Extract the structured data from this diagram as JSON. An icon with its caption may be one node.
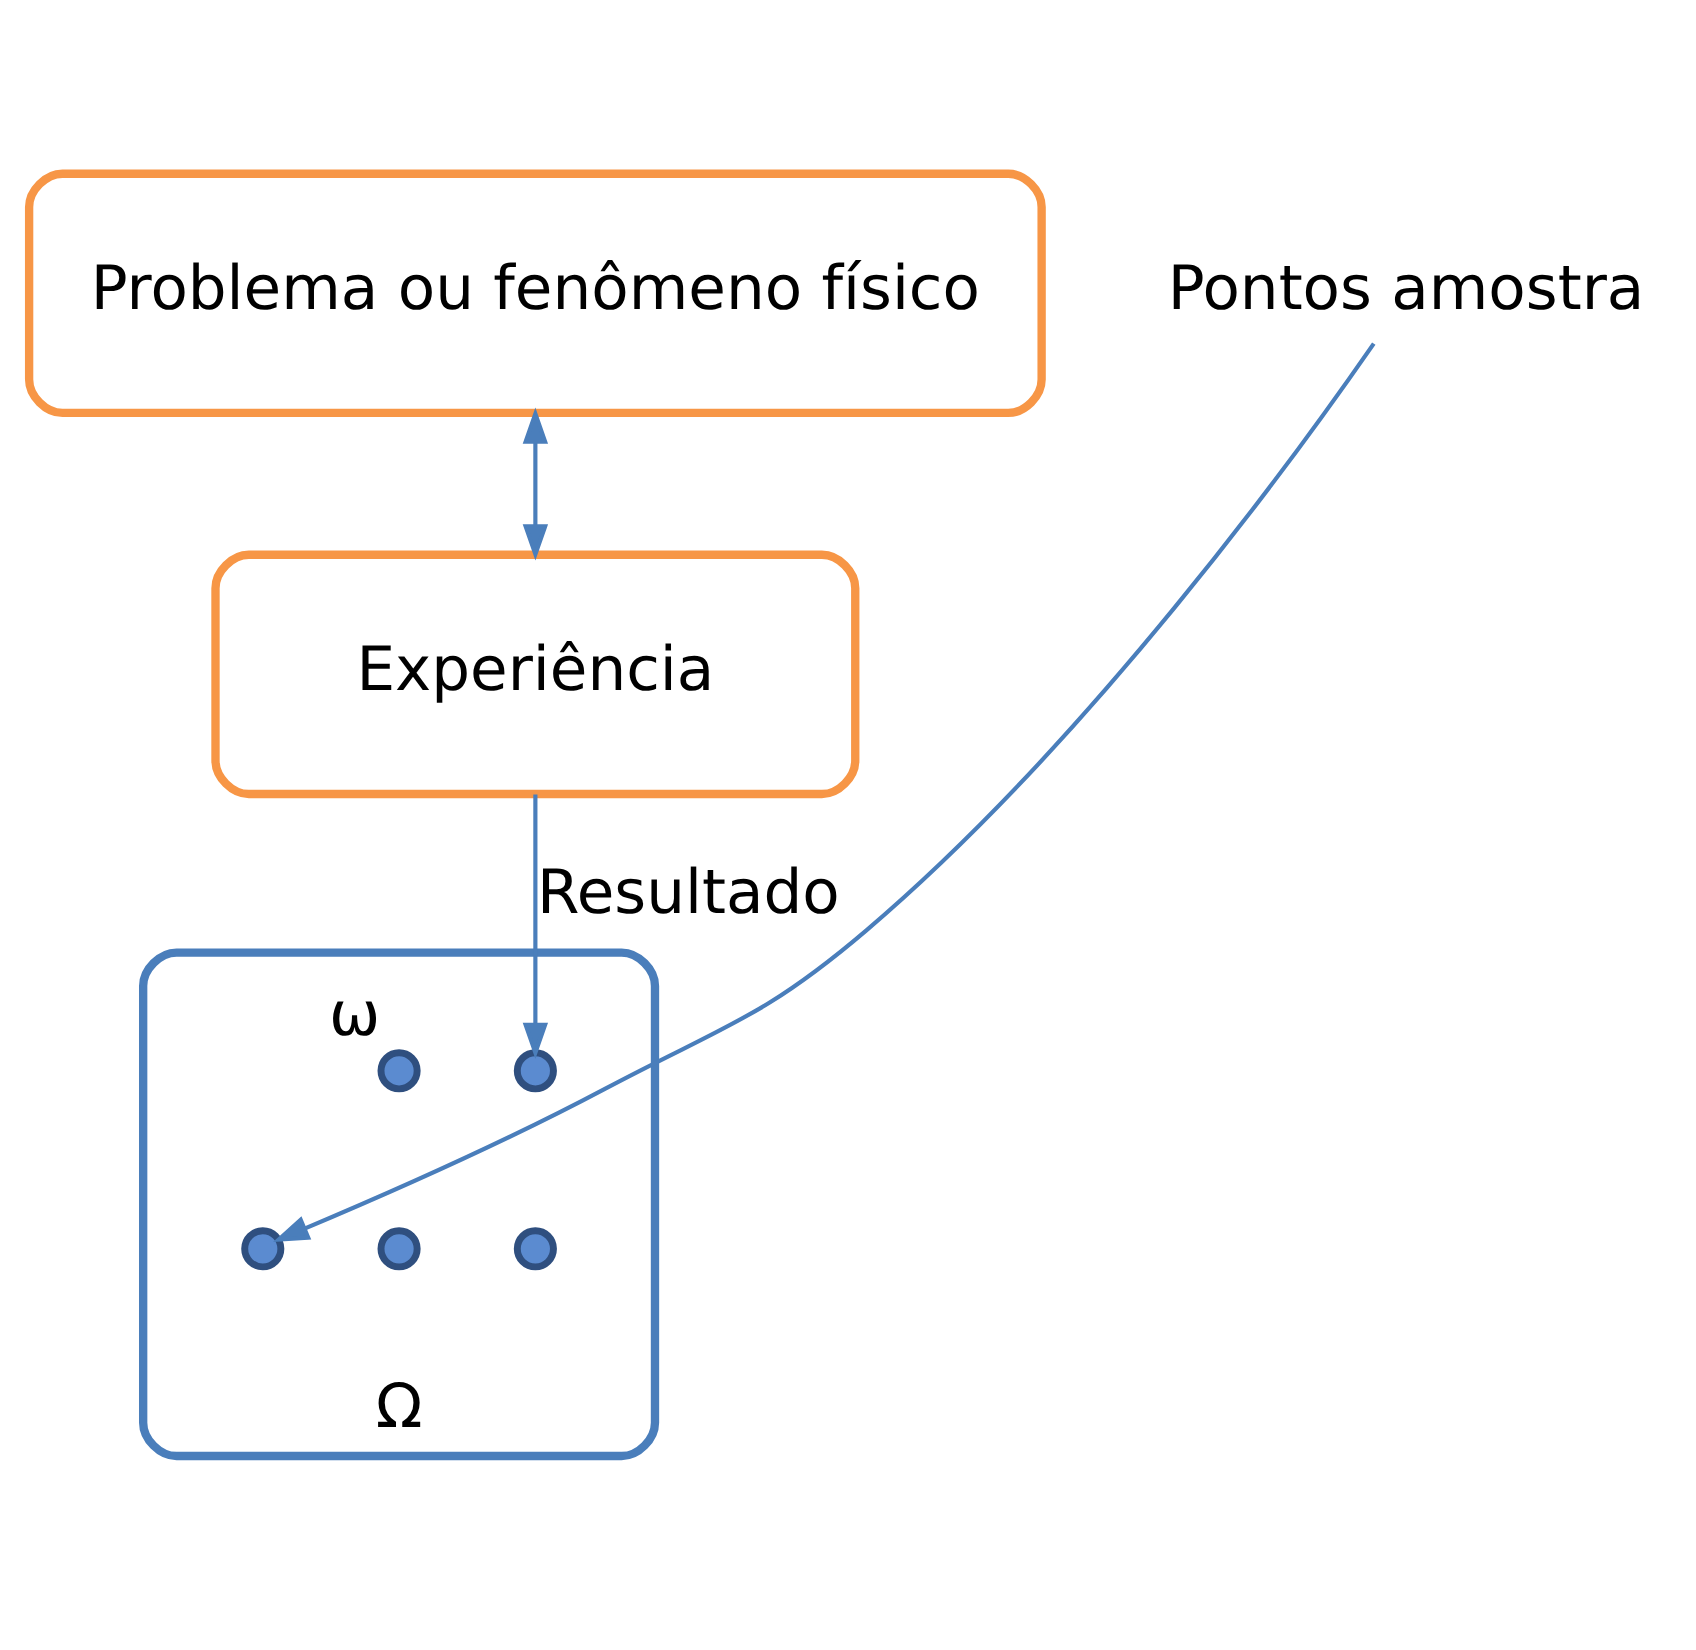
{
  "diagram": {
    "nodes": [
      {
        "text": [
          "Problema ou fenômeno físico"
        ]
      },
      {
        "text": [
          "Experiência"
        ]
      },
      {
        "text": [
          "Ω"
        ]
      },
      {
        "text": [],
        "shape": "circle",
        "in": 2
      },
      {
        "text": [],
        "shape": "circle",
        "in": 2
      },
      {
        "text": [],
        "shape": "circle",
        "in": 2
      },
      {
        "text": [],
        "shape": "circle",
        "in": 2,
        "beside": [
          "ω"
        ]
      },
      {
        "text": [],
        "shape": "circle",
        "in": 2
      },
      {
        "text": [
          "Pontos amostra"
        ]
      }
    ],
    "edges": [
      {
        "from": 0,
        "to": 1,
        "arrow": "both"
      },
      {
        "from": 1,
        "to": 4,
        "arrow": "to",
        "label": "Resultado"
      },
      {
        "from": 8,
        "to": 7,
        "arrow": "to"
      }
    ]
  }
}
